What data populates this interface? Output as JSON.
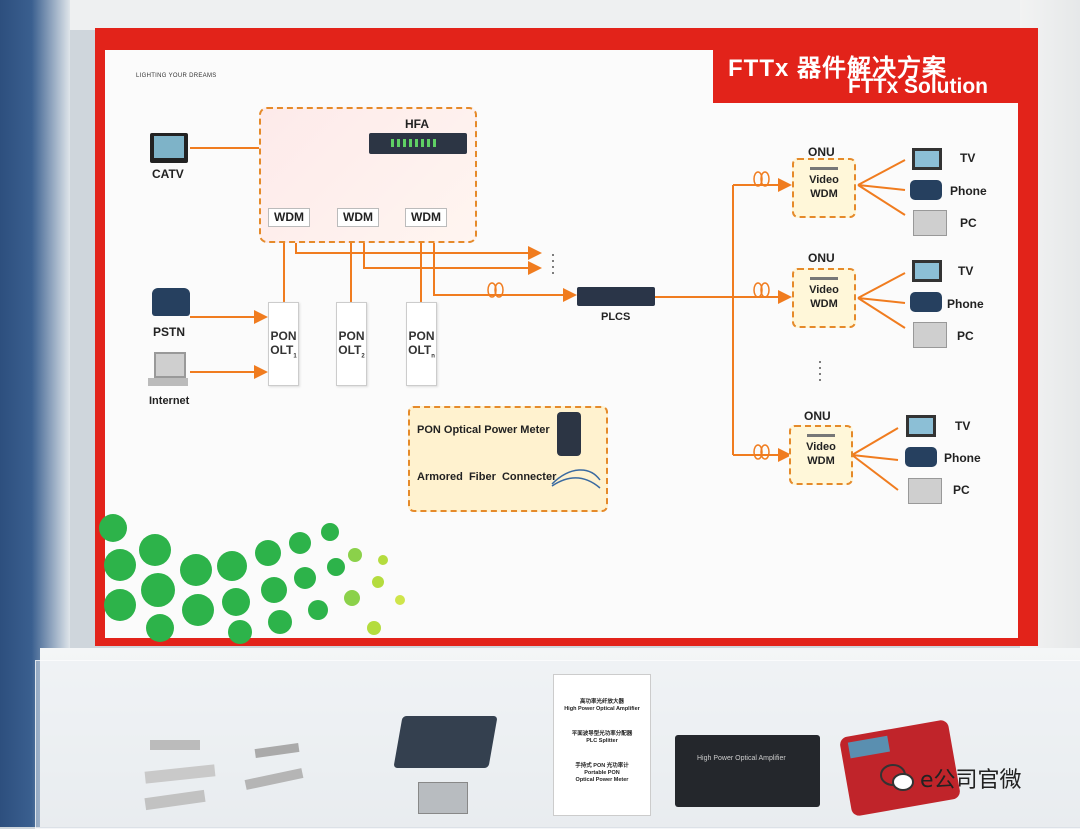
{
  "board": {
    "title_cn": "FTTx 器件解决方案",
    "title_en": "FTTx Solution",
    "tagline": "LIGHTING YOUR DREAMS"
  },
  "diagram": {
    "hfa_label": "HFA",
    "catv_label": "CATV",
    "pstn_label": "PSTN",
    "internet_label": "Internet",
    "wdm_labels": [
      "WDM",
      "WDM",
      "WDM"
    ],
    "olts": [
      {
        "line1": "PON",
        "line2": "OLT",
        "sub": "1"
      },
      {
        "line1": "PON",
        "line2": "OLT",
        "sub": "2"
      },
      {
        "line1": "PON",
        "line2": "OLT",
        "sub": "n"
      }
    ],
    "plcs_label": "PLCS",
    "onus": [
      {
        "title": "ONU",
        "line1": "Video",
        "line2": "WDM",
        "devices": [
          "TV",
          "Phone",
          "PC"
        ]
      },
      {
        "title": "ONU",
        "line1": "Video",
        "line2": "WDM",
        "devices": [
          "TV",
          "Phone",
          "PC"
        ]
      },
      {
        "title": "ONU",
        "line1": "Video",
        "line2": "WDM",
        "devices": [
          "TV",
          "Phone",
          "PC"
        ]
      }
    ],
    "meter_label": "PON Optical Power Meter",
    "connector_label": "Armored  Fiber  Connecter"
  },
  "display_card": {
    "lines": [
      "高功率光纤放大器",
      "High Power Optical Amplifier",
      "平面波导型光功率分配器",
      "PLC Splitter",
      "手持式 PON 光功率计",
      "Portable PON",
      "Optical Power Meter"
    ]
  },
  "products": {
    "amplifier_label": "High Power Optical Amplifier"
  },
  "watermark": {
    "text": "e公司官微"
  },
  "colors": {
    "brand_red": "#e2231a",
    "fiber_orange": "#f07c1f",
    "highlight_yellow": "#fff2cf",
    "dot_green": "#2db34a"
  }
}
